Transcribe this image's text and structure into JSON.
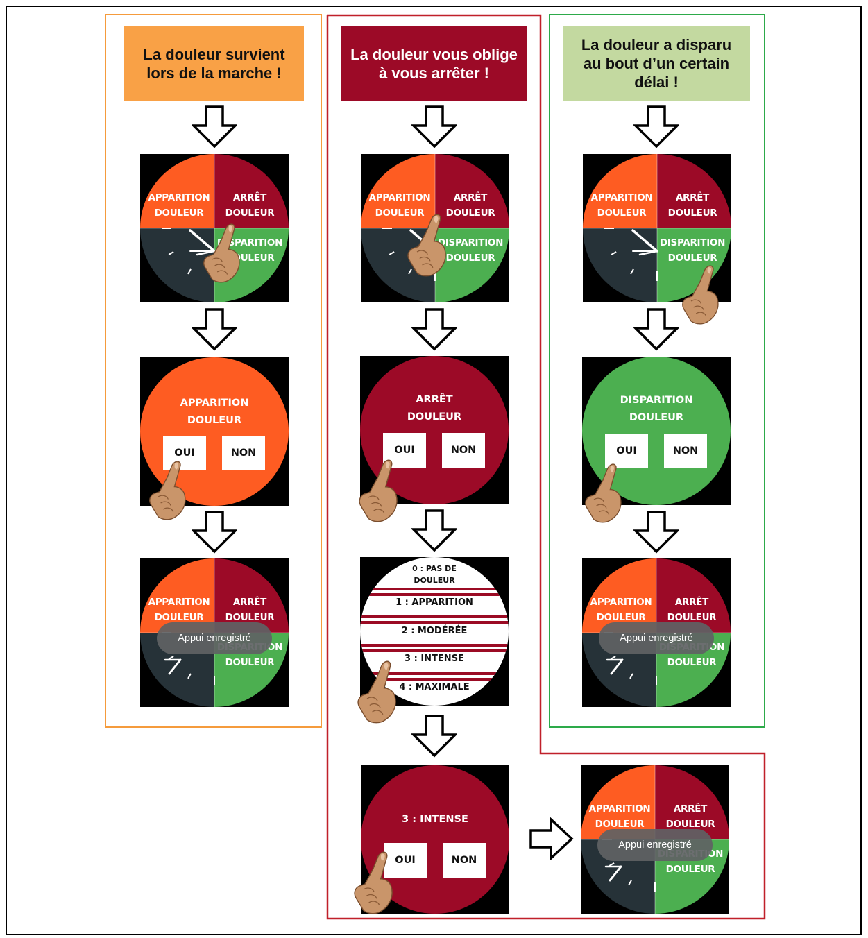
{
  "colors": {
    "orange": "#fe5c22",
    "red": "#9c0a27",
    "green": "#4caf50",
    "dark": "#263238",
    "col1_border": "#f59b3c",
    "col2_border": "#c0202a",
    "col3_border": "#2daa4a",
    "col1_header_bg": "#f9a146",
    "col2_header_bg": "#9c0a27",
    "col3_header_bg": "#c3d9a0"
  },
  "columns": [
    {
      "header": "La douleur survient lors de la marche !"
    },
    {
      "header": "La douleur vous oblige à vous arrêter !"
    },
    {
      "header": "La douleur a disparu au bout d’un certain délai !"
    }
  ],
  "watch_face": {
    "apparition": [
      "APPARITION",
      "DOULEUR"
    ],
    "arret": [
      "ARRÊT",
      "DOULEUR"
    ],
    "disparition": [
      "DISPARITION",
      "DOULEUR"
    ]
  },
  "confirm": {
    "apparition_title": [
      "APPARITION",
      "DOULEUR"
    ],
    "arret_title": [
      "ARRÊT",
      "DOULEUR"
    ],
    "disparition_title": [
      "DISPARITION",
      "DOULEUR"
    ],
    "intense_title": "3 : INTENSE",
    "yes": "OUI",
    "no": "NON"
  },
  "toast": "Appui enregistré",
  "pain_scale": {
    "item0": [
      "0 : PAS DE",
      "DOULEUR"
    ],
    "item1": "1 : APPARITION",
    "item2": "2 : MODÉRÉE",
    "item3": "3 : INTENSE",
    "item4": "4 : MAXIMALE"
  },
  "icons": {
    "down_arrow": "arrow-down-icon",
    "right_arrow": "arrow-right-icon",
    "hand": "pointing-hand-icon",
    "clock": "clock-icon"
  }
}
